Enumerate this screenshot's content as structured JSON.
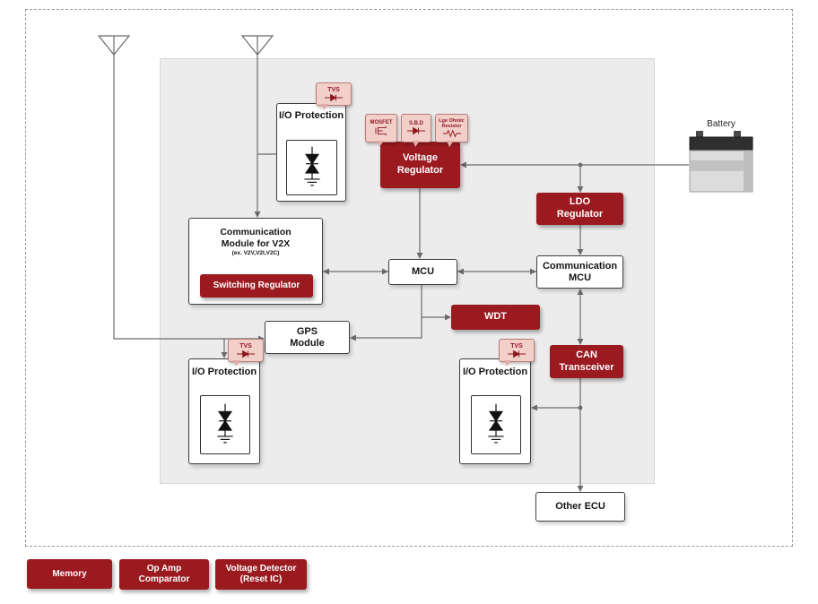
{
  "diagram": {
    "colors": {
      "dark_red": "#9a1a20",
      "pink_bg": "#f3cfca",
      "pink_border": "#bb7d78",
      "area_gray": "#ececec"
    },
    "blocks": {
      "io_top": {
        "label": "I/O Protection"
      },
      "io_left": {
        "label": "I/O Protection"
      },
      "io_right": {
        "label": "I/O Protection"
      },
      "tvs": {
        "label": "TVS"
      },
      "voltage_regulator": {
        "label": "Voltage Regulator"
      },
      "callout_mosfet": {
        "label": "MOSFET"
      },
      "callout_sbd": {
        "label": "S.B.D"
      },
      "callout_resistor": {
        "label": "Lge Ohmic Resistor"
      },
      "battery": {
        "label": "Battery"
      },
      "ldo": {
        "label": "LDO Regulator"
      },
      "comm_module": {
        "title": "Communication Module for V2X",
        "subtitle": "(ex. V2V,V2I,V2C)",
        "inner": "Switching Regulator"
      },
      "mcu": {
        "label": "MCU"
      },
      "comm_mcu": {
        "label": "Communication MCU"
      },
      "wdt": {
        "label": "WDT"
      },
      "gps": {
        "label": "GPS Module"
      },
      "can": {
        "label": "CAN Transceiver"
      },
      "other_ecu": {
        "label": "Other ECU"
      }
    },
    "legend": [
      {
        "label": "Memory"
      },
      {
        "label": "Op Amp Comparator"
      },
      {
        "label": "Voltage Detector (Reset IC)"
      }
    ]
  }
}
